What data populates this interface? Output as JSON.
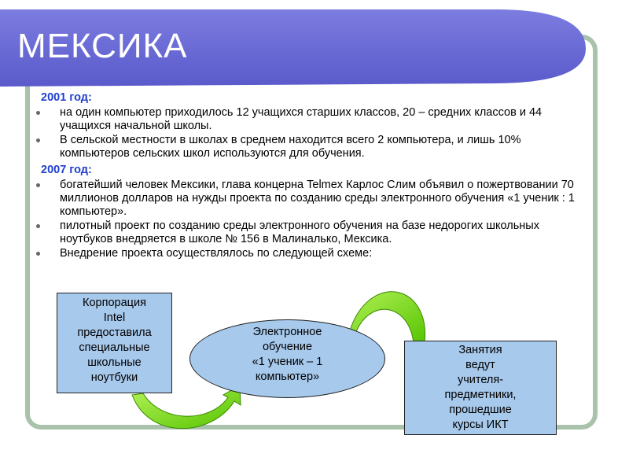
{
  "title": "МЕКСИКА",
  "colors": {
    "banner": "#6b6bd6",
    "frame": "#a9c2ab",
    "year": "#1f3fd0",
    "box_fill": "#a7c9ec",
    "arrow": "#66cc00"
  },
  "sections": [
    {
      "year": "2001 год:",
      "items": [
        "на один компьютер приходилось 12 учащихся старших классов, 20 – средних классов и 44 учащихся начальной школы.",
        "В сельской местности в школах в среднем находится всего 2 компьютера, и лишь 10% компьютеров сельских школ используются для обучения."
      ]
    },
    {
      "year": "2007 год:",
      "items": [
        "богатейший человек Мексики, глава концерна Telmex Карлос Слим объявил о пожертвовании 70 миллионов долларов на нужды проекта по созданию среды электронного обучения «1 ученик : 1 компьютер».",
        "пилотный проект по созданию среды электронного обучения на базе недорогих школьных ноутбуков внедряется в школе № 156 в Малиналько, Мексика.",
        "Внедрение проекта осуществлялось по следующей схеме:"
      ]
    }
  ],
  "diagram": {
    "box1": [
      "Корпорация",
      "Intel",
      "предоставила",
      "специальные",
      "школьные",
      "ноутбуки"
    ],
    "ellipse": [
      "Электронное",
      "обучение",
      "«1 ученик – 1",
      "компьютер»"
    ],
    "box2": [
      "Занятия",
      "ведут",
      "учителя-",
      "предметники,",
      "прошедшие",
      "курсы ИКТ"
    ]
  }
}
